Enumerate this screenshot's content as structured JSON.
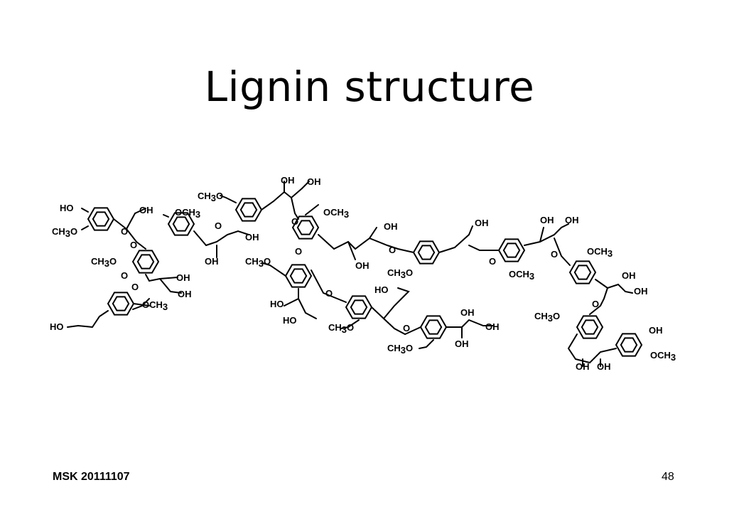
{
  "slide": {
    "title": "Lignin structure",
    "footer_left": "MSK 20111107",
    "page_number": "48"
  },
  "figure": {
    "subject": "lignin-structural-formula",
    "groups": {
      "oh": "OH",
      "ho": "HO",
      "ch3o": "CH3O",
      "och3": "OCH3",
      "o": "O"
    }
  }
}
